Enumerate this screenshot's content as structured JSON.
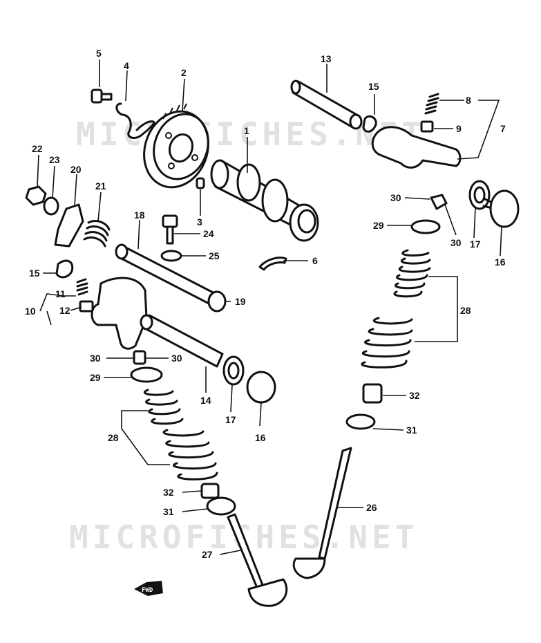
{
  "watermark": {
    "top": "MICROFICHES.NET",
    "bottom": "MICROFICHES.NET"
  },
  "direction_badge": "FWD",
  "callouts": [
    {
      "id": "c1",
      "label": "1"
    },
    {
      "id": "c2",
      "label": "2"
    },
    {
      "id": "c3",
      "label": "3"
    },
    {
      "id": "c4",
      "label": "4"
    },
    {
      "id": "c5",
      "label": "5"
    },
    {
      "id": "c6",
      "label": "6"
    },
    {
      "id": "c7",
      "label": "7"
    },
    {
      "id": "c8",
      "label": "8"
    },
    {
      "id": "c9",
      "label": "9"
    },
    {
      "id": "c10",
      "label": "10"
    },
    {
      "id": "c11",
      "label": "11"
    },
    {
      "id": "c12",
      "label": "12"
    },
    {
      "id": "c13",
      "label": "13"
    },
    {
      "id": "c14",
      "label": "14"
    },
    {
      "id": "c15a",
      "label": "15"
    },
    {
      "id": "c15b",
      "label": "15"
    },
    {
      "id": "c16a",
      "label": "16"
    },
    {
      "id": "c16b",
      "label": "16"
    },
    {
      "id": "c17a",
      "label": "17"
    },
    {
      "id": "c17b",
      "label": "17"
    },
    {
      "id": "c18",
      "label": "18"
    },
    {
      "id": "c19",
      "label": "19"
    },
    {
      "id": "c20",
      "label": "20"
    },
    {
      "id": "c21",
      "label": "21"
    },
    {
      "id": "c22",
      "label": "22"
    },
    {
      "id": "c23",
      "label": "23"
    },
    {
      "id": "c24",
      "label": "24"
    },
    {
      "id": "c25",
      "label": "25"
    },
    {
      "id": "c26",
      "label": "26"
    },
    {
      "id": "c27",
      "label": "27"
    },
    {
      "id": "c28a",
      "label": "28"
    },
    {
      "id": "c28b",
      "label": "28"
    },
    {
      "id": "c29a",
      "label": "29"
    },
    {
      "id": "c29b",
      "label": "29"
    },
    {
      "id": "c30a",
      "label": "30"
    },
    {
      "id": "c30b",
      "label": "30"
    },
    {
      "id": "c30c",
      "label": "30"
    },
    {
      "id": "c30d",
      "label": "30"
    },
    {
      "id": "c31a",
      "label": "31"
    },
    {
      "id": "c31b",
      "label": "31"
    },
    {
      "id": "c32a",
      "label": "32"
    },
    {
      "id": "c32b",
      "label": "32"
    }
  ]
}
